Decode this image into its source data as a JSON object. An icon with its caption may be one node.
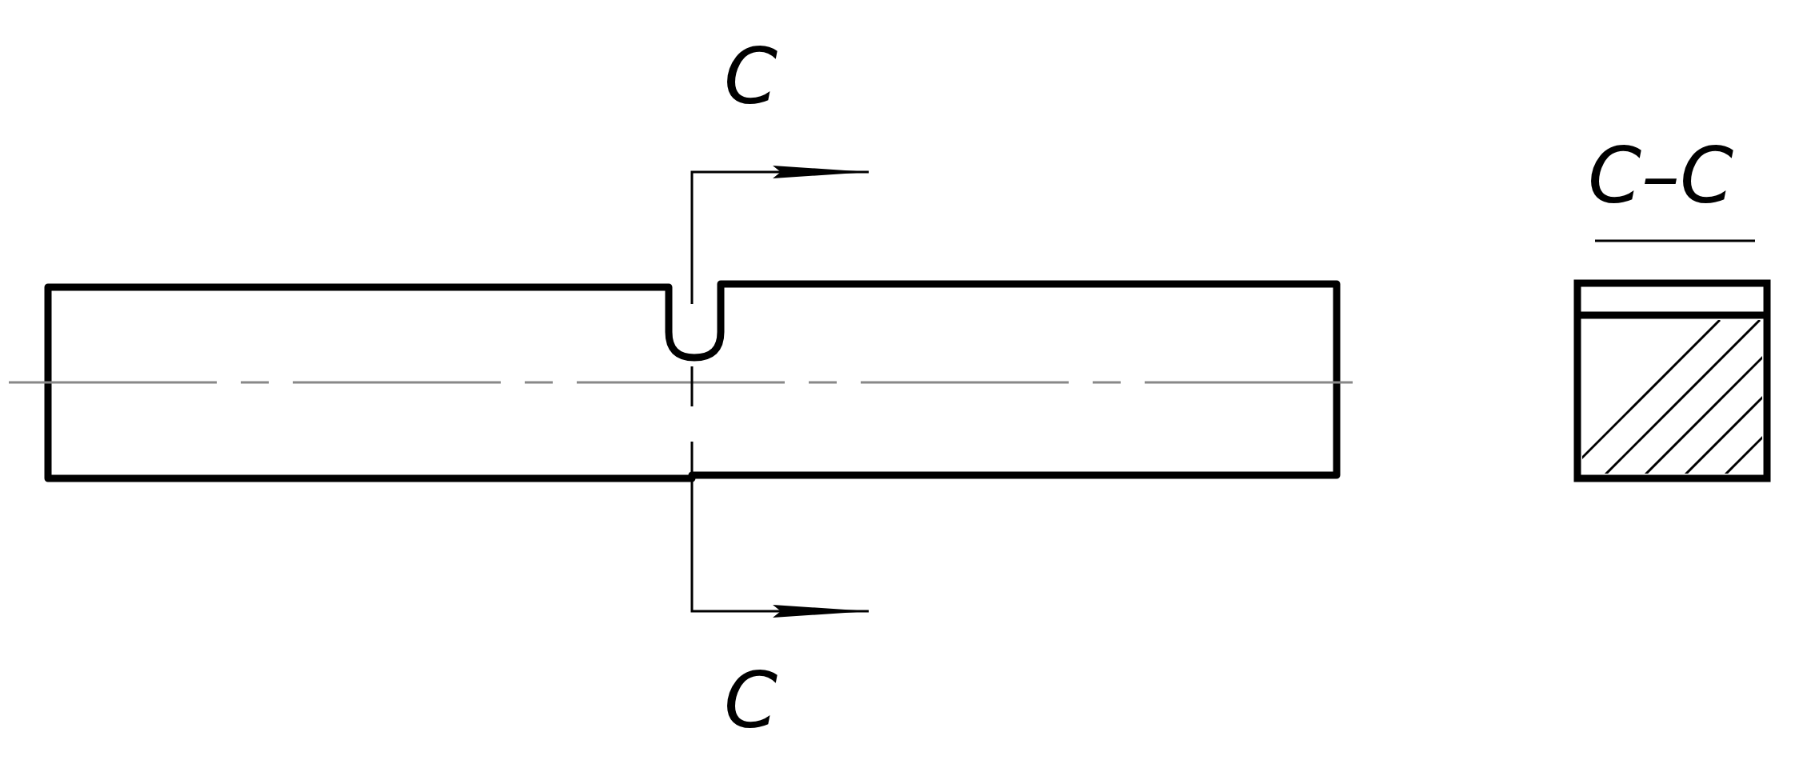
{
  "diagram": {
    "labels": [
      "С",
      "С–С",
      "С"
    ]
  }
}
